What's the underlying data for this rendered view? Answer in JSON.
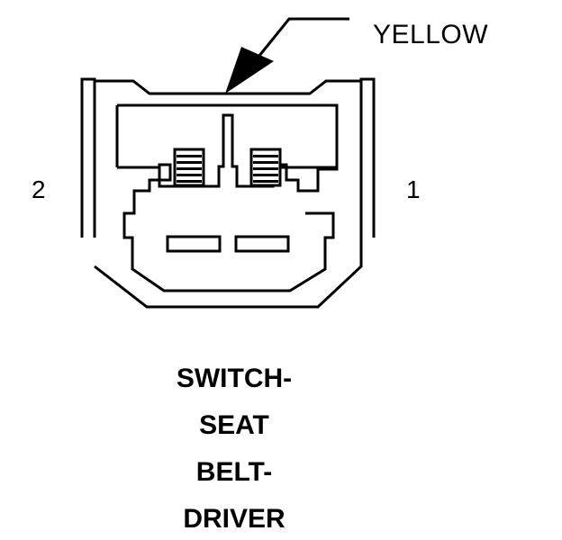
{
  "callout": {
    "wire_color_label": "YELLOW"
  },
  "pins": {
    "left_label": "2",
    "right_label": "1"
  },
  "title": {
    "lines": [
      "SWITCH-",
      "SEAT",
      "BELT-",
      "DRIVER"
    ]
  },
  "style": {
    "line_color": "#000000",
    "background": "#ffffff"
  }
}
